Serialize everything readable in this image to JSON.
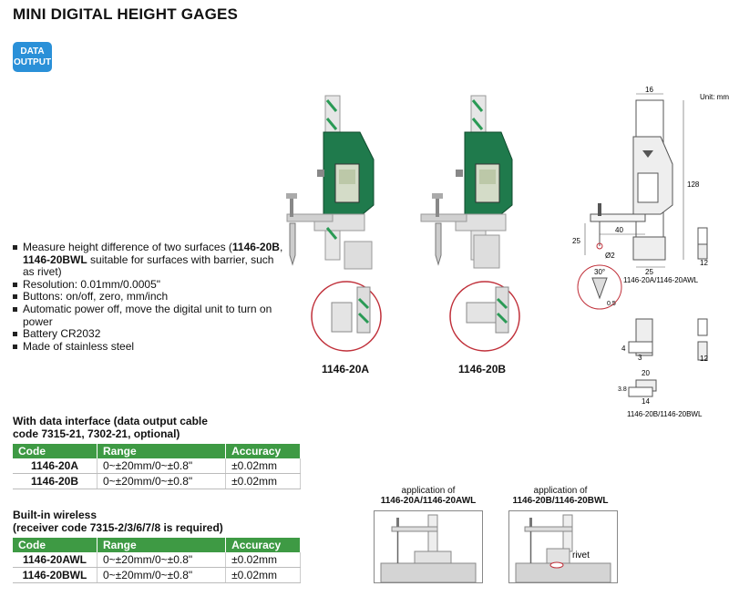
{
  "title": "MINI DIGITAL HEIGHT GAGES",
  "badge": {
    "line1": "DATA",
    "line2": "OUTPUT"
  },
  "features": [
    {
      "pre": "Measure height difference of two surfaces (",
      "b1": "1146-20B",
      "mid": ", ",
      "b2": "1146-20BWL",
      "post": " suitable for surfaces with barrier, such as rivet)"
    },
    {
      "text": "Resolution: 0.01mm/0.0005\""
    },
    {
      "text": "Buttons: on/off, zero, mm/inch"
    },
    {
      "text": "Automatic power off, move the digital unit to turn on power"
    },
    {
      "text": "Battery CR2032"
    },
    {
      "text": "Made of stainless steel"
    }
  ],
  "models": {
    "a": "1146-20A",
    "b": "1146-20B"
  },
  "drawing": {
    "unit": "Unit: mm",
    "d16": "16",
    "d128": "128",
    "d40": "40",
    "d25h": "25",
    "d25w": "25",
    "d2": "Ø2",
    "d30": "30°",
    "d05": "0.5",
    "d12a": "12",
    "d12b": "12",
    "d4": "4",
    "d3": "3",
    "d20": "20",
    "d38": "3.8",
    "d14": "14",
    "capA": "1146-20A/1146-20AWL",
    "capB": "1146-20B/1146-20BWL"
  },
  "table1": {
    "heading": "With data interface (data output cable code 7315-21, 7302-21, optional)",
    "columns": [
      "Code",
      "Range",
      "Accuracy"
    ],
    "rows": [
      [
        "1146-20A",
        "0~±20mm/0~±0.8\"",
        "±0.02mm"
      ],
      [
        "1146-20B",
        "0~±20mm/0~±0.8\"",
        "±0.02mm"
      ]
    ]
  },
  "table2": {
    "heading1": "Built-in wireless",
    "heading2": "(receiver code 7315-2/3/6/7/8 is required)",
    "columns": [
      "Code",
      "Range",
      "Accuracy"
    ],
    "rows": [
      [
        "1146-20AWL",
        "0~±20mm/0~±0.8\"",
        "±0.02mm"
      ],
      [
        "1146-20BWL",
        "0~±20mm/0~±0.8\"",
        "±0.02mm"
      ]
    ]
  },
  "applications": {
    "a": {
      "line1": "application of",
      "line2": "1146-20A/1146-20AWL"
    },
    "b": {
      "line1": "application of",
      "line2": "1146-20B/1146-20BWL",
      "rivet": "rivet"
    }
  },
  "colors": {
    "accent": "#3e9a44",
    "badge": "#2a90d8",
    "gauge_green": "#1f7a4c",
    "circle": "#c0303a"
  }
}
